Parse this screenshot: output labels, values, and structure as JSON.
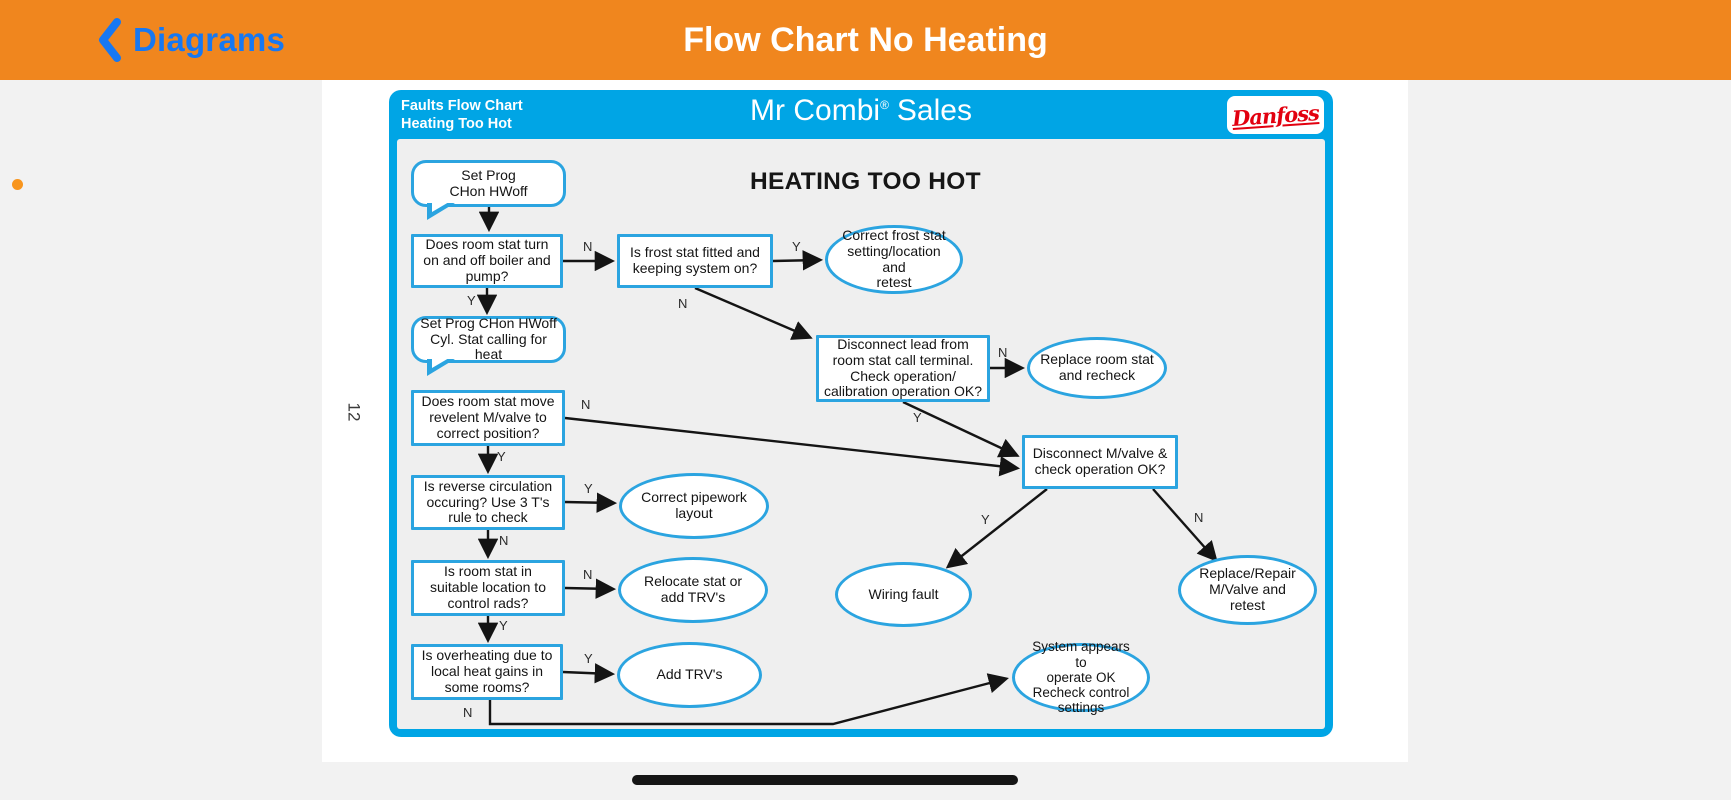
{
  "nav": {
    "back_label": "Diagrams",
    "title": "Flow Chart No Heating"
  },
  "chart": {
    "header": {
      "subtitle_line1": "Faults Flow Chart",
      "subtitle_line2": "Heating Too Hot",
      "brand_pre": "Mr Combi",
      "brand_sup": "®",
      "brand_post": "Sales",
      "logo_text": "Danfoss"
    },
    "title": "HEATING TOO HOT",
    "page_number": "12",
    "nodes": {
      "start_bubble": "Set Prog\nCHon HWoff",
      "q_room_stat_switch": "Does room stat turn\non and off boiler and\npump?",
      "q_frost_stat": "Is frost stat fitted and\nkeeping system on?",
      "a_correct_frost": "Correct frost stat\nsetting/location and\nretest",
      "bubble_cyl_stat": "Set Prog CHon HWoff\nCyl. Stat calling for heat",
      "q_room_stat_valve": "Does room stat move\nrevelent M/valve to\ncorrect position?",
      "q_disconnect_lead": "Disconnect lead from\nroom stat call terminal.\nCheck operation/\ncalibration operation OK?",
      "a_replace_stat": "Replace room stat\nand recheck",
      "q_disconnect_valve": "Disconnect M/valve &\ncheck operation OK?",
      "q_reverse_circulation": "Is reverse circulation\noccuring? Use 3 T's\nrule to check",
      "a_pipework": "Correct pipework\nlayout",
      "q_stat_location": "Is room stat in\nsuitable location to\ncontrol rads?",
      "a_relocate": "Relocate stat or\nadd TRV's",
      "a_wiring": "Wiring fault",
      "a_replace_valve": "Replace/Repair\nM/Valve and retest",
      "q_overheating": "Is overheating due to\nlocal heat gains in\nsome rooms?",
      "a_add_trv": "Add TRV's",
      "a_system_ok": "System appears to\noperate OK\nRecheck control\nsettings"
    },
    "labels": {
      "q1_frost": "N",
      "frost_correct": "Y",
      "q1_bubble2": "Y",
      "frost_disclead": "N",
      "disclead_replace": "N",
      "disclead_valve": "Y",
      "q2_valve": "N",
      "valve_wiring": "Y",
      "valve_replacevalve": "N",
      "q2_reverse": "Y",
      "reverse_pipework": "Y",
      "reverse_location": "N",
      "location_relocate": "N",
      "location_overheat": "Y",
      "overheat_trv": "Y",
      "overheat_system": "N"
    }
  },
  "colors": {
    "navbar_orange": "#F0861E",
    "ios_blue": "#1778F2",
    "frame_blue": "#00A5E5",
    "node_border_blue": "#2BA4E0",
    "danfoss_red": "#E2000F"
  }
}
